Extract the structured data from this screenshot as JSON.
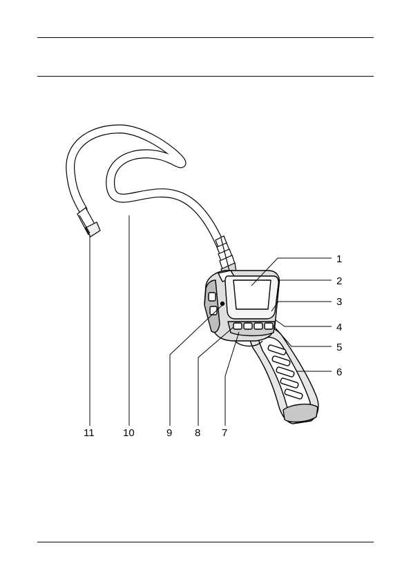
{
  "page": {
    "background": "#ffffff",
    "line_color": "#000000"
  },
  "figure": {
    "callouts": [
      {
        "id": "1",
        "label": "1"
      },
      {
        "id": "2",
        "label": "2"
      },
      {
        "id": "3",
        "label": "3"
      },
      {
        "id": "4",
        "label": "4"
      },
      {
        "id": "5",
        "label": "5"
      },
      {
        "id": "6",
        "label": "6"
      },
      {
        "id": "7",
        "label": "7"
      },
      {
        "id": "8",
        "label": "8"
      },
      {
        "id": "9",
        "label": "9"
      },
      {
        "id": "10",
        "label": "10"
      },
      {
        "id": "11",
        "label": "11"
      }
    ]
  }
}
